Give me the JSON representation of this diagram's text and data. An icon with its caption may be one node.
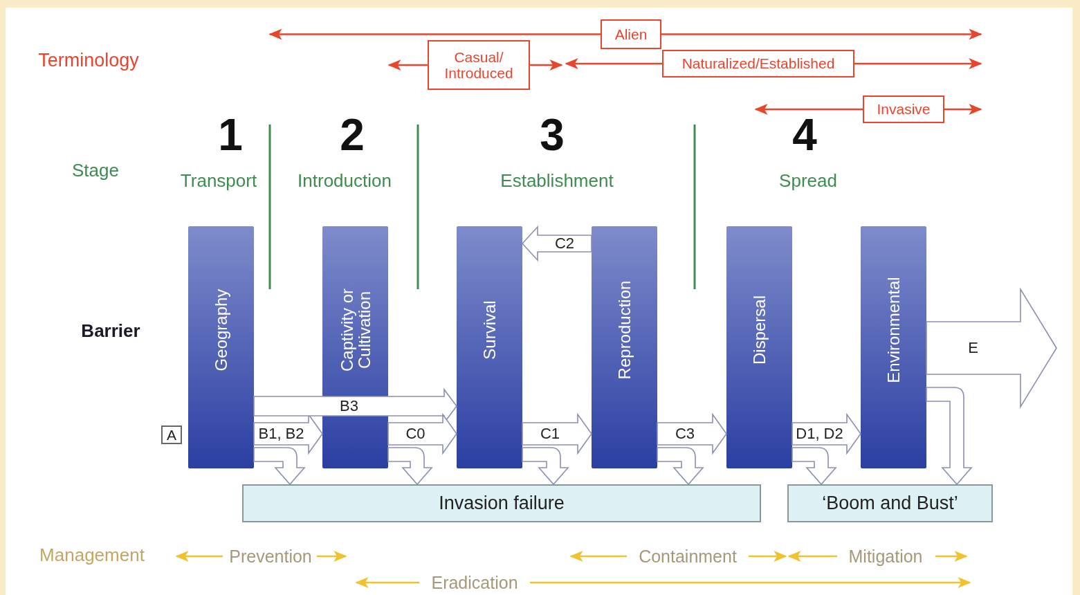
{
  "diagram": {
    "nodes": [
      {
        "text": [
          "Alien"
        ]
      },
      {
        "text": [
          "Casual/ Introduced"
        ]
      },
      {
        "text": [
          "Naturalized/Established"
        ]
      },
      {
        "text": [
          "Invasive"
        ]
      },
      {
        "text": [
          "A"
        ]
      },
      {
        "text": [
          "Geography"
        ]
      },
      {
        "text": [
          "Captivity or Cultivation"
        ]
      },
      {
        "text": [
          "Survival"
        ]
      },
      {
        "text": [
          "Reproduction"
        ]
      },
      {
        "text": [
          "Dispersal"
        ]
      },
      {
        "text": [
          "Environmental"
        ]
      },
      {
        "text": [
          "Invasion failure"
        ]
      },
      {
        "text": [
          "‘Boom and Bust’"
        ]
      }
    ],
    "edges": [
      {
        "from": 5,
        "to": 6,
        "arrow": "to",
        "label": "B1, B2"
      },
      {
        "from": 5,
        "to": 7,
        "arrow": "to",
        "label": "B3"
      },
      {
        "from": 6,
        "to": 7,
        "arrow": "to",
        "label": "C0"
      },
      {
        "from": 7,
        "to": 8,
        "arrow": "to",
        "label": "C1"
      },
      {
        "from": 8,
        "to": 7,
        "arrow": "to",
        "label": "C2"
      },
      {
        "from": 8,
        "to": 9,
        "arrow": "to",
        "label": "C3"
      },
      {
        "from": 9,
        "to": 10,
        "arrow": "to",
        "label": "D1, D2"
      },
      {
        "from": 10,
        "to": null,
        "arrow": "to",
        "label": "E"
      },
      {
        "from": 5,
        "to": 11,
        "arrow": "to"
      },
      {
        "from": 6,
        "to": 11,
        "arrow": "to"
      },
      {
        "from": 7,
        "to": 11,
        "arrow": "to"
      },
      {
        "from": 8,
        "to": 11,
        "arrow": "to"
      },
      {
        "from": 9,
        "to": 12,
        "arrow": "to"
      },
      {
        "from": 10,
        "to": 12,
        "arrow": "to"
      },
      {
        "from": 0,
        "to": null,
        "arrow": "to"
      },
      {
        "from": 0,
        "to": null,
        "arrow": "to"
      },
      {
        "from": 1,
        "to": null,
        "arrow": "to"
      },
      {
        "from": 1,
        "to": null,
        "arrow": "to"
      },
      {
        "from": 2,
        "to": null,
        "arrow": "to"
      },
      {
        "from": 2,
        "to": null,
        "arrow": "to"
      },
      {
        "from": 3,
        "to": null,
        "arrow": "to"
      },
      {
        "from": 3,
        "to": null,
        "arrow": "to"
      }
    ],
    "labels": [
      "Terminology",
      "1",
      "2",
      "3",
      "4",
      "Stage",
      "Transport",
      "Introduction",
      "Establishment",
      "Spread",
      "Barrier",
      "Management",
      "Prevention",
      "Containment",
      "Mitigation",
      "Eradication"
    ]
  }
}
